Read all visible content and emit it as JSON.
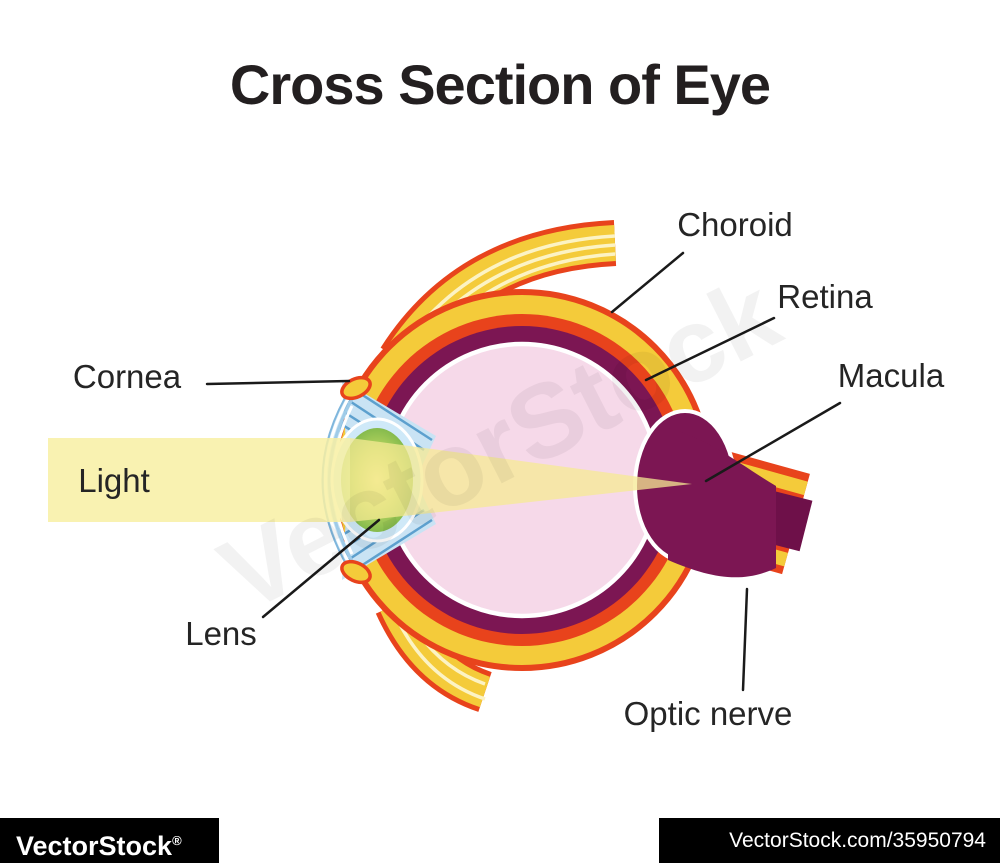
{
  "title": "Cross Section of Eye",
  "diagram": {
    "labels": {
      "choroid": "Choroid",
      "retina": "Retina",
      "macula": "Macula",
      "cornea": "Cornea",
      "light": "Light",
      "lens": "Lens",
      "optic_nerve": "Optic nerve"
    },
    "colors": {
      "sclera_yellow": "#F4CB3A",
      "outline_orange": "#E8431C",
      "choroid_purple": "#7C1653",
      "vitreous_pink": "#F6D9E9",
      "light_beam_yellow": "#F5E993",
      "lens_green": "#8CC63F",
      "cornea_blue": "#CDE6F6",
      "label_text": "#252525"
    }
  },
  "watermark": "VectorStock",
  "footer": {
    "brand": "VectorStock",
    "registered_mark": "®",
    "credit": "VectorStock.com/35950794"
  }
}
